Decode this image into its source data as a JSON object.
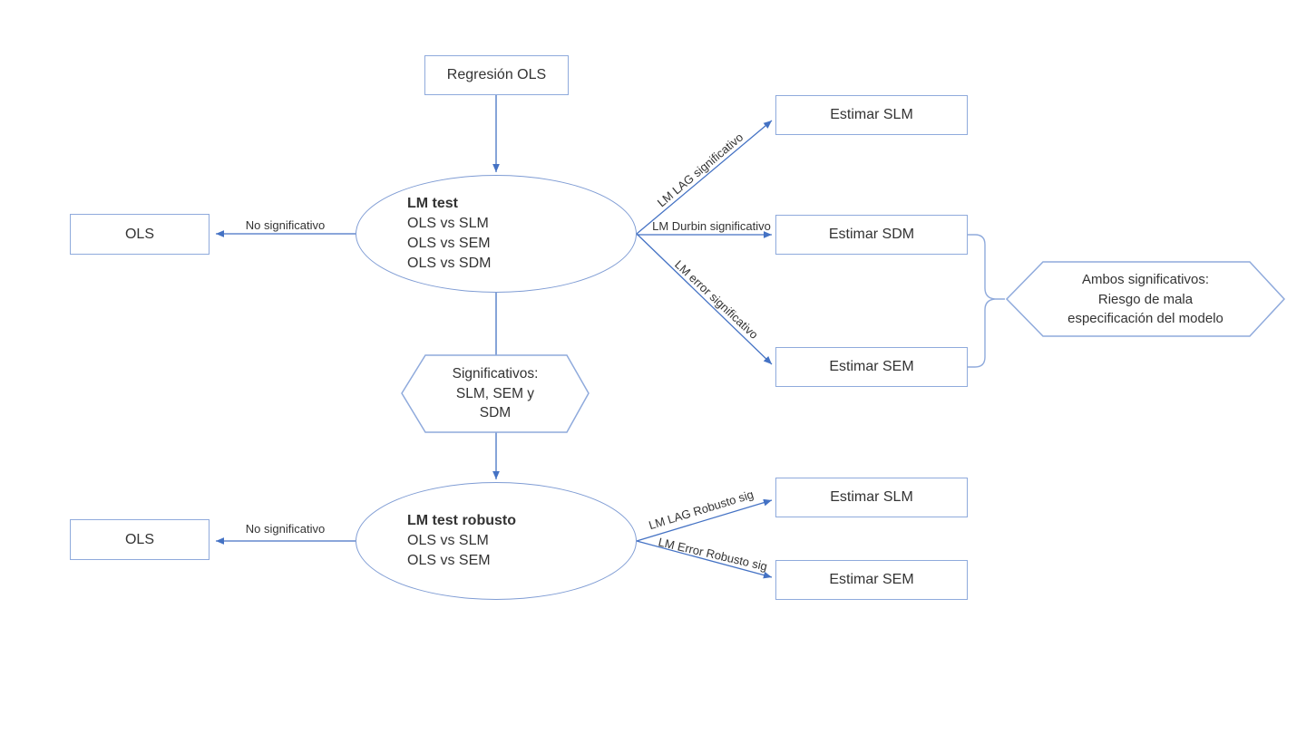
{
  "diagram": {
    "colors": {
      "background": "#ffffff",
      "shape_border": "#8faadc",
      "ellipse_border": "#7f9cd4",
      "arrow": "#4472c4",
      "text": "#333333"
    },
    "nodes": {
      "regresion_ols": {
        "label": "Regresión OLS"
      },
      "lm_test": {
        "title": "LM test",
        "lines": [
          "OLS vs SLM",
          "OLS vs SEM",
          "OLS vs SDM"
        ]
      },
      "ols_top": {
        "label": "OLS"
      },
      "estimar_slm_top": {
        "label": "Estimar SLM"
      },
      "estimar_sdm": {
        "label": "Estimar SDM"
      },
      "estimar_sem_top": {
        "label": "Estimar SEM"
      },
      "ambos_significativos": {
        "lines": [
          "Ambos significativos:",
          "Riesgo de mala",
          "especificación del modelo"
        ]
      },
      "significativos": {
        "lines": [
          "Significativos:",
          "SLM, SEM y",
          "SDM"
        ]
      },
      "lm_test_robusto": {
        "title": "LM test robusto",
        "lines": [
          "OLS vs SLM",
          "OLS vs SEM"
        ]
      },
      "ols_bottom": {
        "label": "OLS"
      },
      "estimar_slm_bottom": {
        "label": "Estimar SLM"
      },
      "estimar_sem_bottom": {
        "label": "Estimar SEM"
      }
    },
    "edge_labels": {
      "no_significativo_top": "No significativo",
      "lm_lag_significativo": "LM LAG significativo",
      "lm_durbin_significativo": "LM Durbin significativo",
      "lm_error_significativo": "LM error significativo",
      "no_significativo_bottom": "No significativo",
      "lm_lag_robusto": "LM LAG Robusto sig",
      "lm_error_robusto": "LM Error Robusto sig"
    }
  }
}
